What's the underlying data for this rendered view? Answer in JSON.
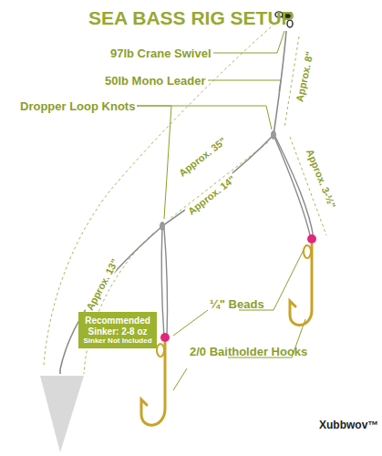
{
  "diagram": {
    "title": "SEA BASS RIG SETUP",
    "nodes": [
      {
        "text": [
          "Recommended Sinker: 2-8 oz",
          "Sinker Not Included"
        ]
      }
    ],
    "edges": [],
    "labels": [
      "97lb Crane Swivel",
      "50lb Mono Leader",
      "Dropper Loop Knots",
      "Approx. 35\"",
      "Approx. 8\"",
      "Approx. 14\"",
      "Approx. 3-½\"",
      "Approx. 13\"",
      "¼\" Beads",
      "2/0 Baitholder Hooks",
      "Xubbwov™"
    ]
  }
}
